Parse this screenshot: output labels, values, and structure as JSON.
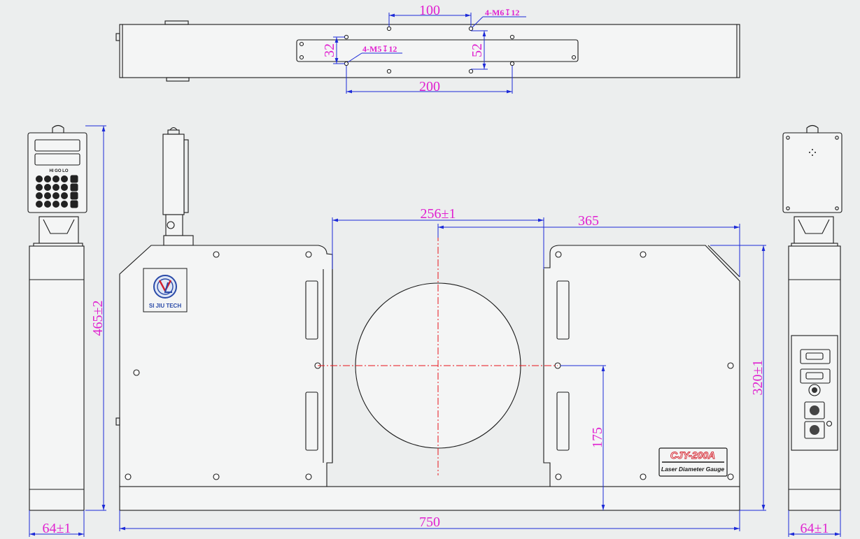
{
  "drawing": {
    "top_view": {
      "hole_spacing_top": "100",
      "thread_top": "4-M6",
      "thread_top_depth": "12",
      "pitch_left": "32",
      "thread_bottom": "4-M5",
      "thread_bottom_depth": "12",
      "pitch_right": "52",
      "hole_spacing_bottom": "200"
    },
    "front_view": {
      "opening_width": "256",
      "opening_tol": "±1",
      "center_offset": "365",
      "height": "320",
      "height_tol": "±1",
      "center_height": "175",
      "total_width": "750"
    },
    "left_view": {
      "height": "465",
      "height_tol": "±2",
      "width": "64",
      "width_tol": "±1"
    },
    "right_view": {
      "width": "64",
      "width_tol": "±1"
    },
    "logo": {
      "company": "SI JIU TECH"
    },
    "nameplate": {
      "model": "CJY-200A",
      "product": "Laser Diameter Gauge"
    },
    "keypad_labels": [
      "HI",
      "GO",
      "LO"
    ]
  },
  "colors": {
    "dimension": "#e020d0",
    "dimension_line": "#1d2bd8",
    "centerline": "#e8141a",
    "outline": "#1a1a1a"
  }
}
